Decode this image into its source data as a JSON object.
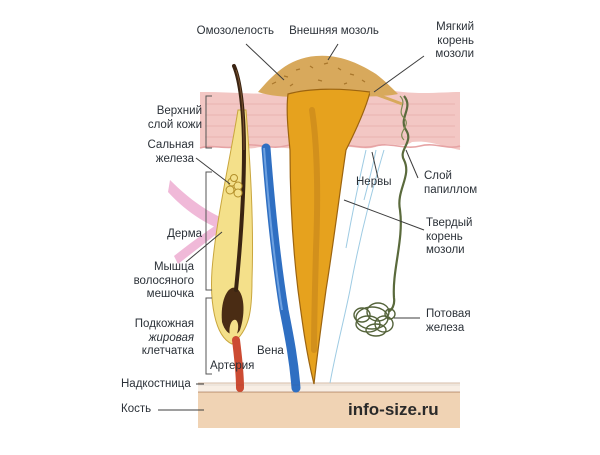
{
  "labels": {
    "omozolelost": "Омозолелость",
    "vneshnyaya_mozol": "Внешняя мозоль",
    "myagkiy_koren": [
      "Мягкий",
      "корень",
      "мозоли"
    ],
    "verkhniy_sloy": [
      "Верхний",
      "слой кожи"
    ],
    "salnaya_zheleza": [
      "Сальная",
      "железа"
    ],
    "nervy": "Нервы",
    "sloy_papillom": [
      "Слой",
      "папиллом"
    ],
    "derma": "Дерма",
    "tverdyy_koren": [
      "Твердый",
      "корень",
      "мозоли"
    ],
    "myshtsa": [
      "Мышца",
      "волосяного",
      "мешочка"
    ],
    "potovaya_zheleza": [
      "Потовая",
      "железа"
    ],
    "podkozhnaya": [
      "Подкожная",
      "жировая",
      "клетчатка"
    ],
    "vena": "Вена",
    "arteriya": "Артерия",
    "nadkostnitsa": "Надкостница",
    "kost": "Кость"
  },
  "watermark": "info-size.ru",
  "colors": {
    "skin": "#f3c7c4",
    "skin_line": "#e9a9a8",
    "callus": "#d8a95c",
    "core": "#e6a21e",
    "core_edge": "#9c6410",
    "hair_sheath": "#f4e08a",
    "hair": "#3a2412",
    "vein": "#2f6fc2",
    "artery": "#cc4b33",
    "bone": "#f0d3b4",
    "muscle": "#f0b9d8",
    "line": "#3d3d3d"
  }
}
